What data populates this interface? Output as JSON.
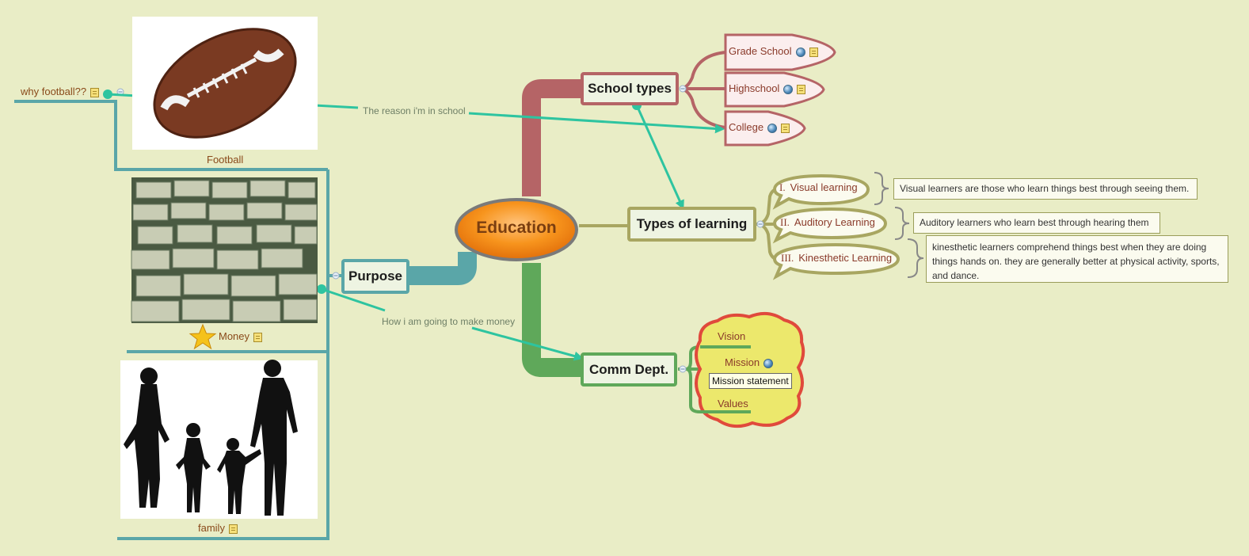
{
  "central": {
    "label": "Education"
  },
  "purpose": {
    "label": "Purpose",
    "children": [
      {
        "label": "Football"
      },
      {
        "label": "Money"
      },
      {
        "label": "family"
      }
    ],
    "why_football": {
      "label": "why football??"
    }
  },
  "school_types": {
    "label": "School types",
    "children": [
      {
        "label": "Grade School"
      },
      {
        "label": "Highschool"
      },
      {
        "label": "College"
      }
    ]
  },
  "types_of_learning": {
    "label": "Types of learning",
    "children": [
      {
        "number": "I.",
        "label": "Visual learning",
        "description": "Visual learners are those who learn things best through seeing them."
      },
      {
        "number": "II.",
        "label": "Auditory Learning",
        "description": "Auditory learners who learn best through hearing them"
      },
      {
        "number": "III.",
        "label": "Kinesthetic Learning",
        "description": "kinesthetic learners comprehend things best when they are doing things hands on. they are generally better at physical activity, sports, and dance."
      }
    ]
  },
  "comm_dept": {
    "label": "Comm Dept.",
    "children": [
      {
        "label": "Vision"
      },
      {
        "label": "Mission"
      },
      {
        "label": "Values"
      }
    ],
    "tooltip": "Mission statement"
  },
  "relationships": {
    "football_to_college": "The reason i'm in school",
    "money_to_comm": "How i am going to make money"
  },
  "colors": {
    "background": "#e9edc6",
    "school_branch": "#b56466",
    "learning_branch": "#a8a661",
    "comm_branch": "#5fa85a",
    "purpose_branch": "#5aa6a8",
    "relationship": "#2ec4a0",
    "central_fill": "#f7941d"
  },
  "icons": [
    "note-icon",
    "globe-icon",
    "star-icon",
    "collapse-icon"
  ]
}
